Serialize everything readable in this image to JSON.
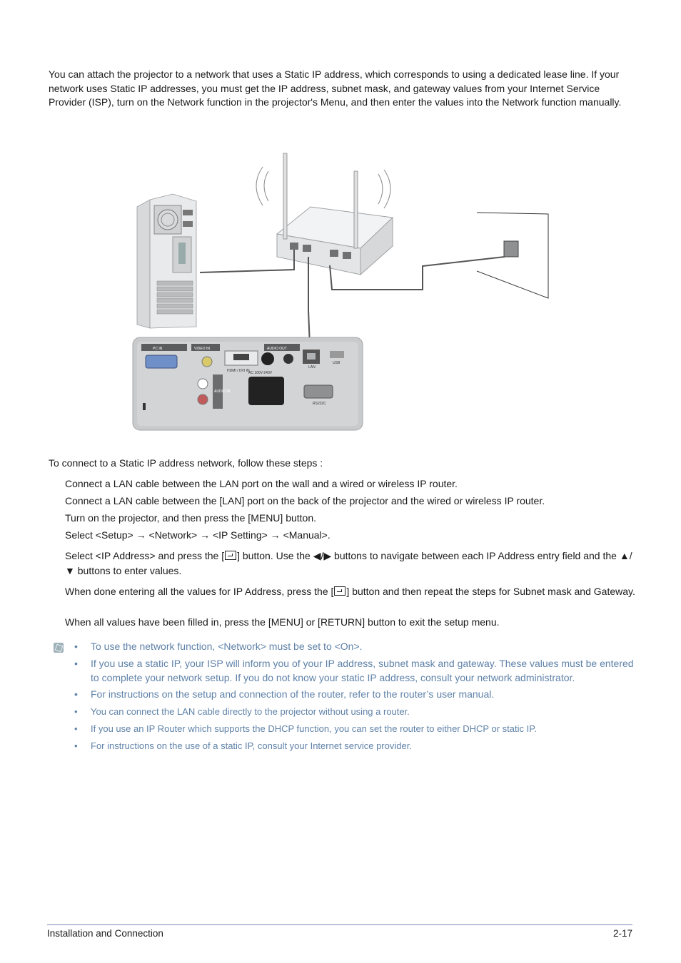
{
  "intro": "You can attach the projector to a network that uses a Static IP address, which corresponds to using a dedicated lease line. If your network uses Static IP addresses, you must get the IP address, subnet mask, and gateway values from your Internet Service Provider (ISP), turn on the Network function in the projector's Menu, and then enter the values into the Network function manually.",
  "figure_labels": {
    "pc_in": "PC IN",
    "video_in": "VIDEO IN",
    "hdmi": "HDMI / DVI IN",
    "audio_out": "AUDIO OUT",
    "audio_in": "AUDIO IN",
    "ac": "AC 100V-240V",
    "lan": "LAN",
    "usb": "USB",
    "rs232c": "RS232C"
  },
  "steps_intro": "To connect to a Static IP address network, follow these steps :",
  "steps": [
    "Connect a LAN cable between the LAN port on the wall and a wired or wireless IP router.",
    "Connect a LAN cable between the [LAN] port on the back of the projector and the wired or wireless IP router.",
    "Turn on the projector, and then press the [MENU] button.",
    "Select <Setup> → <Network> → <IP Setting> → <Manual>."
  ],
  "step5": {
    "before": "Select <IP Address> and press the [",
    "after": "] button. Use the ◀/▶ buttons to navigate between each IP Address entry field and the ▲/▼ buttons to enter values."
  },
  "step6": {
    "before": "When done entering all the values for IP Address, press the [",
    "after": "] button and then repeat the steps for Subnet mask and Gateway."
  },
  "step7": "When all values have been filled in, press the [MENU] or [RETURN] button to exit the setup menu.",
  "notes": [
    "To use the network function, <Network> must be set to <On>.",
    "If you use a static IP, your ISP will inform you of your IP address, subnet mask and gateway. These values must be entered to complete your network setup. If you do not know your static IP address, consult your network administrator.",
    "For instructions on the setup and connection of the router, refer to the router’s user manual.",
    "You can connect the LAN cable directly to the projector without using a router.",
    "If you use an IP Router which supports the DHCP function, you can set the router to either DHCP or static IP.",
    "For instructions on the use of a static IP, consult your Internet service provider."
  ],
  "bullet": "•",
  "footer": {
    "left": "Installation and Connection",
    "right": "2-17"
  }
}
